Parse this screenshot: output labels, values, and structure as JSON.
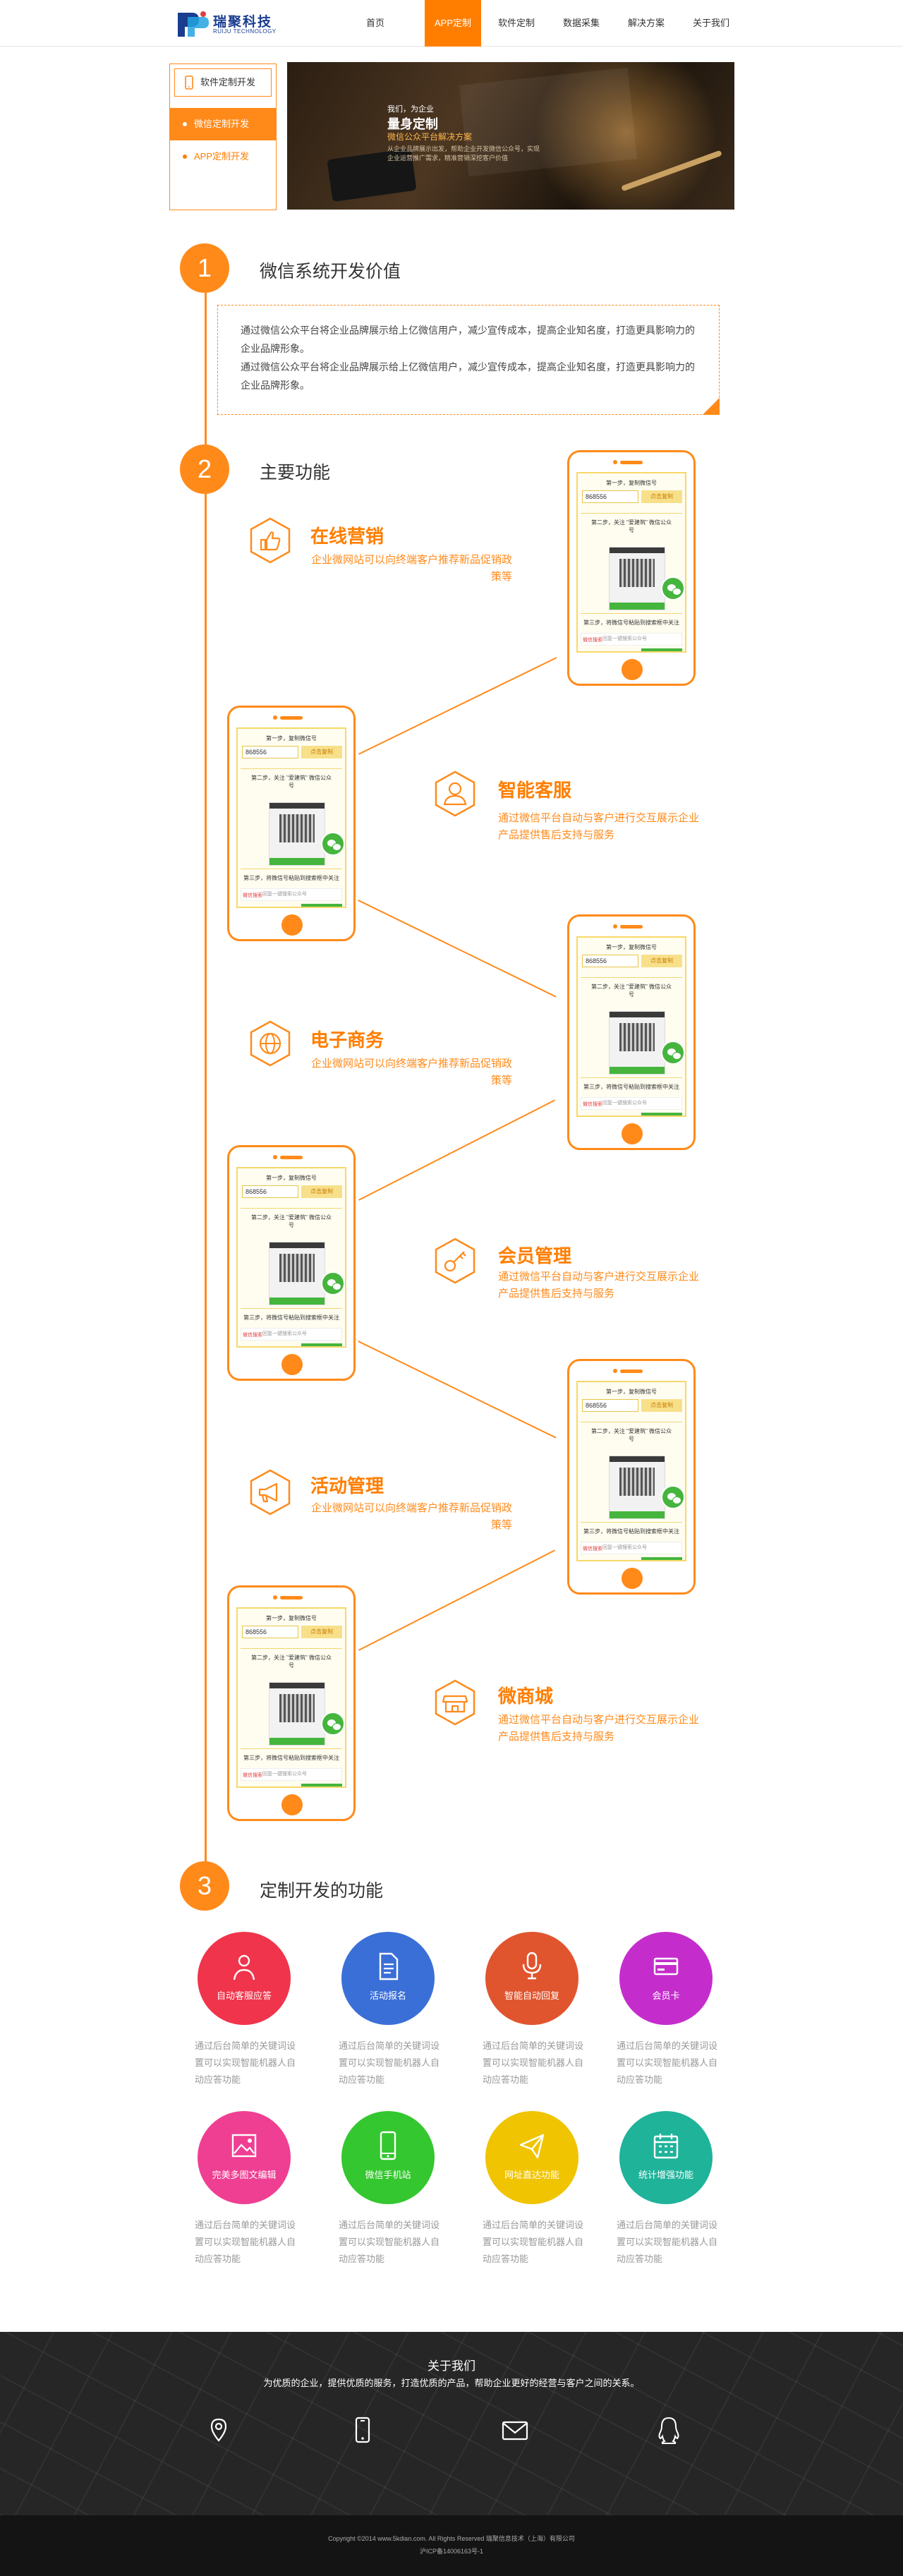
{
  "brand": {
    "name_cn": "瑞聚科技",
    "name_en": "RUIJU TECHNOLOGY"
  },
  "nav": [
    {
      "label": "首页",
      "active": false
    },
    {
      "label": "APP定制",
      "active": true
    },
    {
      "label": "软件定制",
      "active": false
    },
    {
      "label": "数据采集",
      "active": false
    },
    {
      "label": "解决方案",
      "active": false
    },
    {
      "label": "关于我们",
      "active": false
    }
  ],
  "sidebar": {
    "title": "软件定制开发",
    "items": [
      {
        "label": "微信定制开发",
        "active": true
      },
      {
        "label": "APP定制开发",
        "active": false
      }
    ]
  },
  "banner": {
    "line1": "我们，为企业",
    "line2": "量身定制",
    "line3": "微信公众平台解决方案",
    "line4": "从企业品牌展示出发，帮助企业开发微信公众号，实现企业运营推广需求，精准营销深挖客户价值"
  },
  "sections": [
    {
      "num": "1",
      "title": "微信系统开发价值"
    },
    {
      "num": "2",
      "title": "主要功能"
    },
    {
      "num": "3",
      "title": "定制开发的功能"
    }
  ],
  "intro": {
    "p1": "通过微信公众平台将企业品牌展示给上亿微信用户，减少宣传成本，提高企业知名度，打造更具影响力的企业品牌形象。",
    "p2": "通过微信公众平台将企业品牌展示给上亿微信用户，减少宣传成本，提高企业知名度，打造更具影响力的企业品牌形象。"
  },
  "features": [
    {
      "title": "在线营销",
      "desc": "企业微网站可以向终端客户推荐新品促销政策等",
      "icon": "thumbs-up-icon"
    },
    {
      "title": "智能客服",
      "desc": "通过微信平台自动与客户进行交互展示企业产品提供售后支持与服务",
      "icon": "user-icon"
    },
    {
      "title": "电子商务",
      "desc": "企业微网站可以向终端客户推荐新品促销政策等",
      "icon": "globe-icon"
    },
    {
      "title": "会员管理",
      "desc": "通过微信平台自动与客户进行交互展示企业产品提供售后支持与服务",
      "icon": "key-icon"
    },
    {
      "title": "活动管理",
      "desc": "企业微网站可以向终端客户推荐新品促销政策等",
      "icon": "megaphone-icon"
    },
    {
      "title": "微商城",
      "desc": "通过微信平台自动与客户进行交互展示企业产品提供售后支持与服务",
      "icon": "shop-icon"
    }
  ],
  "phone_screen": {
    "step1": "第一步，复制微信号",
    "code": "868556",
    "copy_btn": "点击复制",
    "step2": "第二步，关注 \"爱建筑\" 微信公众号",
    "step3": "第三步，将微信号粘贴到搜索框中关注",
    "search_tag": "微信搜索",
    "search_placeholder": "回复一键搜索公众号"
  },
  "custom_features": [
    {
      "label": "自动客服应答",
      "color": "#f0344b",
      "icon": "user-icon"
    },
    {
      "label": "活动报名",
      "color": "#3a6fd8",
      "icon": "document-icon"
    },
    {
      "label": "智能自动回复",
      "color": "#e0552e",
      "icon": "microphone-icon"
    },
    {
      "label": "会员卡",
      "color": "#c42dcc",
      "icon": "card-icon"
    },
    {
      "label": "完美多图文编辑",
      "color": "#ef3f93",
      "icon": "image-icon"
    },
    {
      "label": "微信手机站",
      "color": "#34c72f",
      "icon": "mobile-icon"
    },
    {
      "label": "网址直达功能",
      "color": "#f0c400",
      "icon": "paper-plane-icon"
    },
    {
      "label": "统计增强功能",
      "color": "#1fb39a",
      "icon": "calendar-icon"
    }
  ],
  "custom_desc": "通过后台简单的关键词设置可以实现智能机器人自动应答功能",
  "footer": {
    "title": "关于我们",
    "desc": "为优质的企业，提供优质的服务，打造优质的产品，帮助企业更好的经营与客户之间的关系。",
    "icons": [
      "location-icon",
      "phone-icon",
      "mail-icon",
      "qq-icon"
    ],
    "copyright": "Copyright ©2014 www.5kdian.com. All Rights Reserved 瑞聚信息技术（上海）有限公司",
    "icp": "沪ICP备14006163号-1"
  },
  "colors": {
    "accent": "#ff8a1a",
    "nav_active": "#ff7e00",
    "footer_bg": "#262626",
    "copyright_bg": "#141414"
  }
}
